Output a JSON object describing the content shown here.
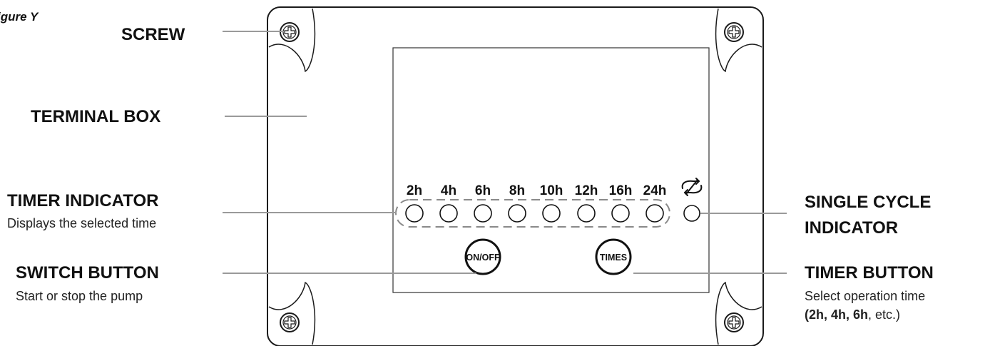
{
  "figure_label": "igure  Y",
  "callouts": {
    "screw": {
      "title": "SCREW"
    },
    "terminal_box": {
      "title": "TERMINAL BOX"
    },
    "timer_indicator": {
      "title": "TIMER INDICATOR",
      "desc": "Displays the selected time"
    },
    "switch_button": {
      "title": "SWITCH BUTTON",
      "desc": "Start or stop the pump"
    },
    "single_cycle": {
      "title_line1": "SINGLE CYCLE",
      "title_line2": "INDICATOR"
    },
    "timer_button": {
      "title": "TIMER BUTTON",
      "desc": "Select operation time",
      "desc2_bold": "(2h, 4h, 6h",
      "desc2_rest": ", etc.)"
    }
  },
  "panel": {
    "time_labels": [
      "2h",
      "4h",
      "6h",
      "8h",
      "10h",
      "12h",
      "16h",
      "24h"
    ],
    "cycle_icon": "repeat-cycle-icon",
    "on_off_label": "ON/OFF",
    "times_label": "TIMES"
  }
}
